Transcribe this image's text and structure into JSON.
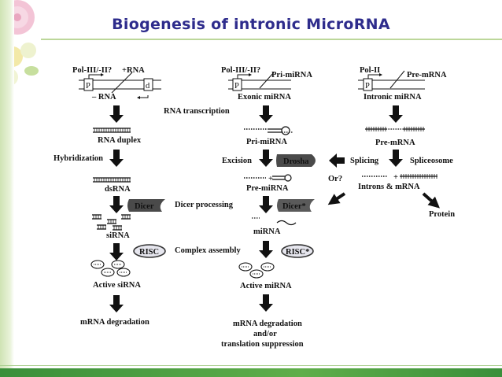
{
  "title": "Biogenesis of intronic MicroRNA",
  "left": {
    "promoter": "Pol-III/-II?",
    "plus_rna": "+RNA",
    "minus_rna": "– RNA",
    "p_box": "P",
    "d_box": "d",
    "duplex": "RNA duplex",
    "hybridization": "Hybridization",
    "dsrna": "dsRNA",
    "sirna": "siRNA",
    "active": "Active siRNA",
    "degradation": "mRNA degradation"
  },
  "middle": {
    "promoter": "Pol-III/-II?",
    "pri_label": "Pri-miRNA",
    "p_box": "P",
    "exonic": "Exonic miRNA",
    "pri_mirna": "Pri-miRNA",
    "excision": "Excision",
    "pre_mirna": "Pre-miRNA",
    "mirna": "miRNA",
    "active": "Active miRNA",
    "result_1": "mRNA degradation",
    "result_2": "and/or",
    "result_3": "translation suppression"
  },
  "right": {
    "promoter": "Pol-II",
    "pre_label": "Pre-mRNA",
    "p_box": "P",
    "intronic": "Intronic miRNA",
    "pre_mrna": "Pre-mRNA",
    "splicing": "Splicing",
    "spliceosome": "Spliceosome",
    "or": "Or?",
    "introns": "Introns & mRNA",
    "protein": "Protein"
  },
  "steps": {
    "transcription": "RNA transcription",
    "dicer_processing": "Dicer processing",
    "complex_assembly": "Complex assembly"
  },
  "enzymes": {
    "drosha": "Drosha",
    "dicer": "Dicer",
    "dicer_star": "Dicer*",
    "risc": "RISC",
    "risc_star": "RISC*"
  },
  "plus_sign": "+",
  "colors": {
    "title": "#2e2c8c",
    "accent_green": "#3a8f3a",
    "enzyme_fill": "#4a4a4a",
    "risc_fill": "#e6e6ee"
  }
}
